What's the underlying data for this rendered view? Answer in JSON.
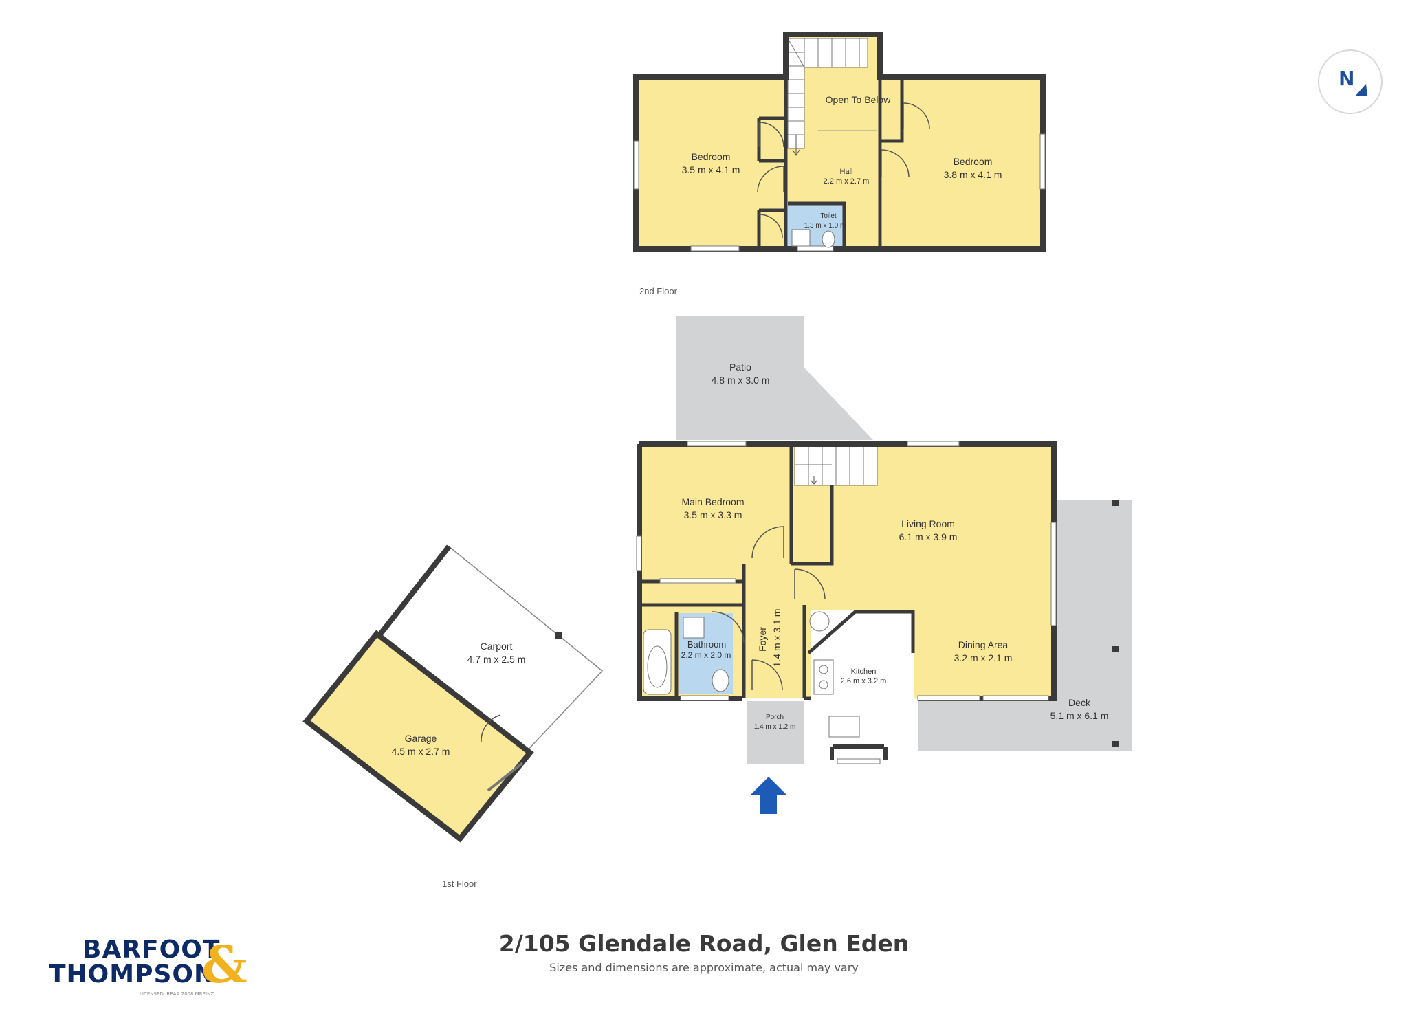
{
  "title": "2/105 Glendale Road, Glen Eden",
  "disclaimer": "Sizes and dimensions are approximate, actual may vary",
  "brand": {
    "line1": "BARFOOT",
    "line2": "THOMPSON",
    "ampersand": "&",
    "licence": "LICENSED: REAA 2008 MREINZ",
    "colors": {
      "navy": "#0d2a66",
      "gold": "#f2b21f"
    }
  },
  "compass": {
    "label": "N"
  },
  "floors": {
    "second": {
      "label": "2nd Floor",
      "rooms": {
        "bedroom_left": {
          "name": "Bedroom",
          "dims": "3.5 m x 4.1 m"
        },
        "open_to_below": {
          "name": "Open To Below"
        },
        "hall": {
          "name": "Hall",
          "dims": "2.2 m x 2.7 m"
        },
        "toilet": {
          "name": "Toilet",
          "dims": "1.3 m x 1.0 m"
        },
        "bedroom_right": {
          "name": "Bedroom",
          "dims": "3.8 m x 4.1 m"
        }
      }
    },
    "first": {
      "label": "1st Floor",
      "rooms": {
        "patio": {
          "name": "Patio",
          "dims": "4.8 m x 3.0 m"
        },
        "main_bedroom": {
          "name": "Main Bedroom",
          "dims": "3.5 m x 3.3 m"
        },
        "living_room": {
          "name": "Living Room",
          "dims": "6.1 m x 3.9 m"
        },
        "foyer": {
          "name": "Foyer",
          "dims": "1.4 m x 3.1 m"
        },
        "bathroom": {
          "name": "Bathroom",
          "dims": "2.2 m x 2.0 m"
        },
        "kitchen": {
          "name": "Kitchen",
          "dims": "2.6 m x 3.2 m"
        },
        "dining_area": {
          "name": "Dining Area",
          "dims": "3.2 m x 2.1 m"
        },
        "deck": {
          "name": "Deck",
          "dims": "5.1 m x 6.1 m"
        },
        "porch": {
          "name": "Porch",
          "dims": "1.4 m x 1.2 m"
        },
        "carport": {
          "name": "Carport",
          "dims": "4.7 m x 2.5 m"
        },
        "garage": {
          "name": "Garage",
          "dims": "4.5 m x 2.7 m"
        }
      }
    }
  },
  "colors": {
    "room_fill": "#fbe99a",
    "wall": "#3a3a3a",
    "outdoor": "#d2d3d5",
    "wet_area": "#b9d7ef",
    "entry_arrow": "#1e5bb7"
  }
}
